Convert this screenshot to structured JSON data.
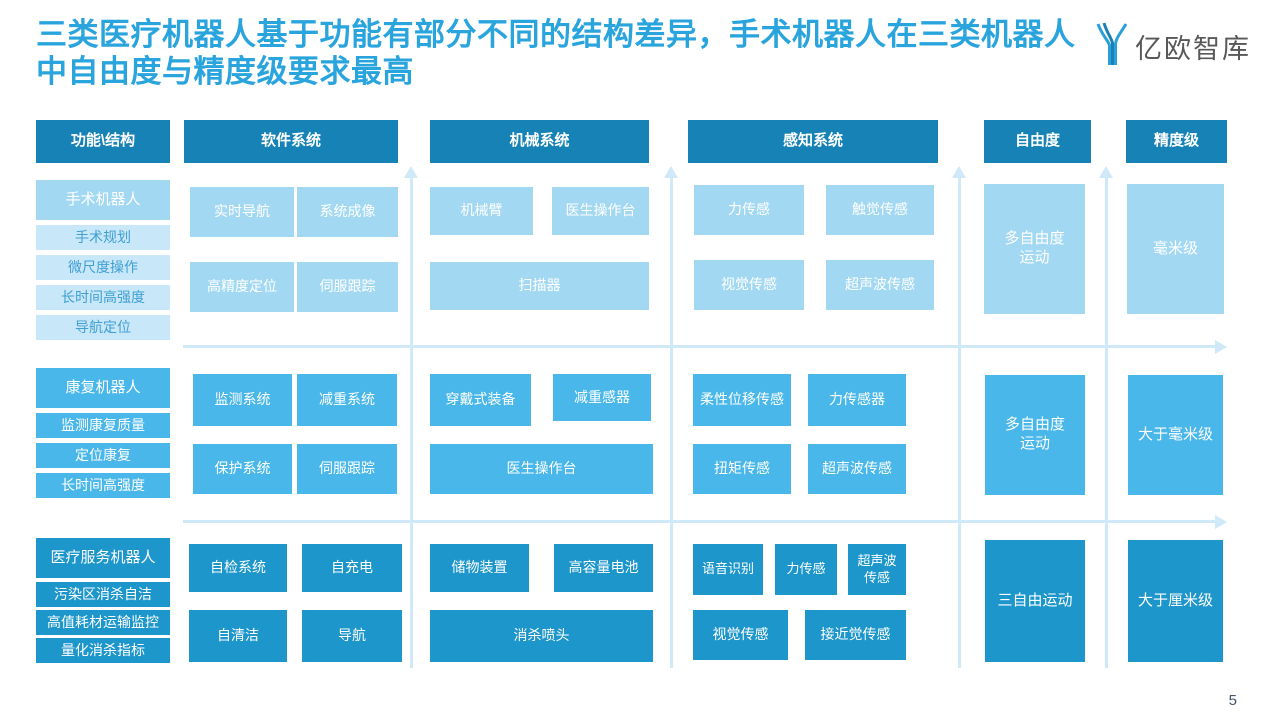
{
  "title": {
    "line1": "三类医疗机器人基于功能有部分不同的结构差异，手术机器人在三类机器人",
    "line2": "中自由度与精度级要求最高"
  },
  "logo": {
    "text": "亿欧智库"
  },
  "page_number": "5",
  "colors": {
    "title_blue": "#29A4DC",
    "header_box": "#1682B5",
    "row1_box": "#A3D8F3",
    "row1_sub_bg": "#C8E7F8",
    "row1_sub_text": "#3F9FD4",
    "row2_box": "#49B7EA",
    "row3_box": "#1D96CB",
    "grid_line": "#CFE9F9",
    "logo_gray": "#595757"
  },
  "columns": {
    "c0": "功能\\结构",
    "c1": "软件系统",
    "c2": "机械系统",
    "c3": "感知系统",
    "c4": "自由度",
    "c5": "精度级"
  },
  "rows": [
    {
      "robot": "手术机器人",
      "functions": [
        "手术规划",
        "微尺度操作",
        "长时间高强度",
        "导航定位"
      ],
      "software": [
        "实时导航",
        "系统成像",
        "高精度定位",
        "伺服跟踪"
      ],
      "mechanical": [
        "机械臂",
        "医生操作台"
      ],
      "mechanical_wide": "扫描器",
      "perception": [
        "力传感",
        "触觉传感",
        "视觉传感",
        "超声波传感"
      ],
      "freedom": [
        "多自由度",
        "运动"
      ],
      "precision": "毫米级"
    },
    {
      "robot": "康复机器人",
      "functions": [
        "监测康复质量",
        "定位康复",
        "长时间高强度"
      ],
      "software": [
        "监测系统",
        "减重系统",
        "保护系统",
        "伺服跟踪"
      ],
      "mechanical": [
        "穿戴式装备",
        "减重感器"
      ],
      "mechanical_wide": "医生操作台",
      "perception": [
        "柔性位移传感",
        "力传感器",
        "扭矩传感",
        "超声波传感"
      ],
      "freedom": [
        "多自由度",
        "运动"
      ],
      "precision": "大于毫米级"
    },
    {
      "robot": "医疗服务机器人",
      "functions": [
        "污染区消杀自洁",
        "高值耗材运输监控",
        "量化消杀指标"
      ],
      "software": [
        "自检系统",
        "自充电",
        "自清洁",
        "导航"
      ],
      "mechanical": [
        "储物装置",
        "高容量电池"
      ],
      "mechanical_wide": "消杀喷头",
      "perception": [
        "语音识别",
        "力传感",
        "超声波传感",
        "视觉传感",
        "接近觉传感"
      ],
      "freedom": [
        "三自由运动"
      ],
      "precision": "大于厘米级"
    }
  ]
}
